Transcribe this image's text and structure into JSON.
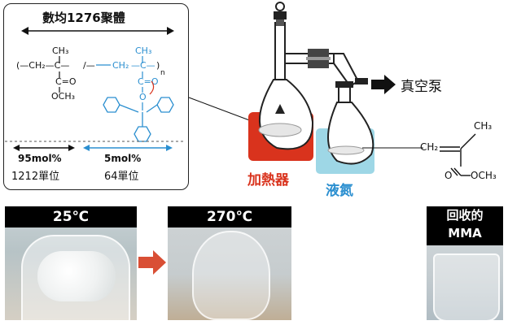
{
  "polymer": {
    "title": "數均1276聚體",
    "ch3_left": "CH₃",
    "ch3_right": "CH₃",
    "ch2_right": "CH₂",
    "n": "n",
    "ester_methyl": "OCH₃",
    "ester_o": "O",
    "seg1_percent": "95mol%",
    "seg1_units": "1212單位",
    "seg2_percent": "5mol%",
    "seg2_units": "64單位"
  },
  "apparatus": {
    "heater_label": "加熱器",
    "coolant_label": "液氮",
    "pump_label": "真空泵"
  },
  "mma": {
    "ch2": "CH₂",
    "ch3_top": "CH₃",
    "o_left": "O",
    "och3": "OCH₃"
  },
  "photos": {
    "p1_label": "25℃",
    "p2_label": "270℃",
    "p3_label_line1": "回收的",
    "p3_label_line2": "MMA"
  },
  "colors": {
    "blue": "#2b8fd0",
    "heater_red": "#d9331d",
    "coolant_blue": "#5bb7d6",
    "arrow_red": "#d94f35"
  }
}
